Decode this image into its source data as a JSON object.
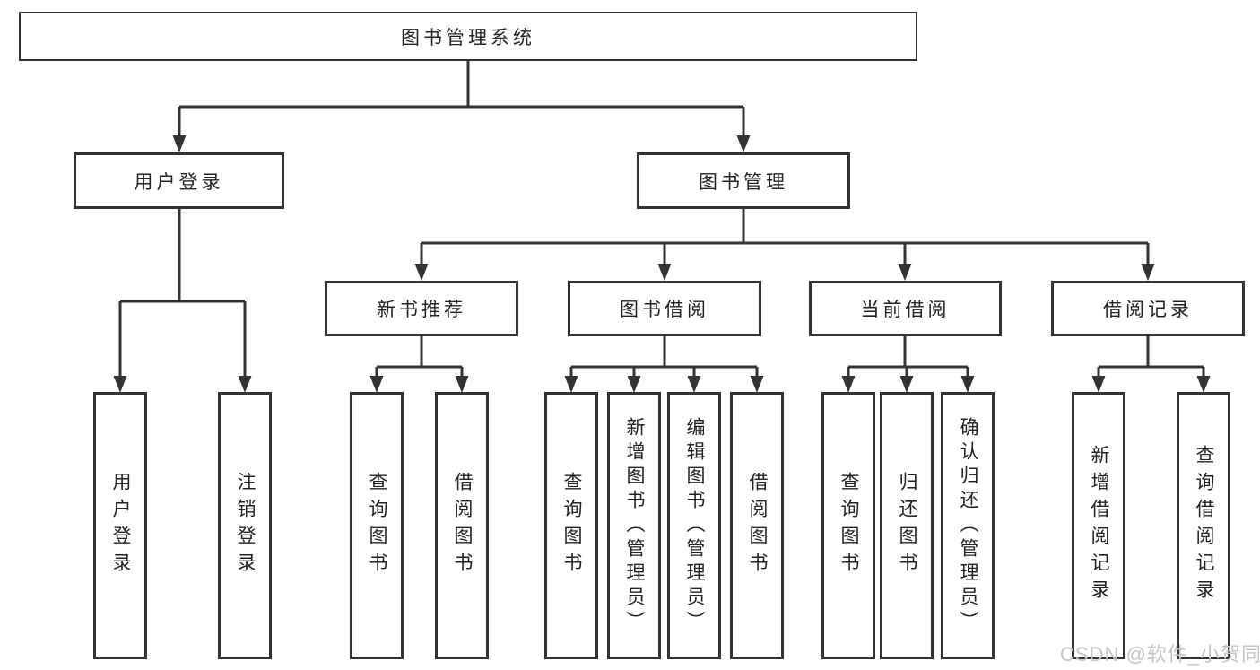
{
  "tree": {
    "label": "图书管理系统",
    "children": [
      {
        "label": "用户登录",
        "children": [
          {
            "label": "用户登录"
          },
          {
            "label": "注销登录"
          }
        ]
      },
      {
        "label": "图书管理",
        "children": [
          {
            "label": "新书推荐",
            "children": [
              {
                "label": "查询图书"
              },
              {
                "label": "借阅图书"
              }
            ]
          },
          {
            "label": "图书借阅",
            "children": [
              {
                "label": "查询图书"
              },
              {
                "label": "新增图书（管理员）"
              },
              {
                "label": "编辑图书（管理员）"
              },
              {
                "label": "借阅图书"
              }
            ]
          },
          {
            "label": "当前借阅",
            "children": [
              {
                "label": "查询图书"
              },
              {
                "label": "归还图书"
              },
              {
                "label": "确认归还（管理员）"
              }
            ]
          },
          {
            "label": "借阅记录",
            "children": [
              {
                "label": "新增借阅记录"
              },
              {
                "label": "查询借阅记录"
              }
            ]
          }
        ]
      }
    ]
  },
  "watermark": "CSDN @软件_小贺同学",
  "colors": {
    "line": "#333333",
    "box_border": "#333333",
    "text": "#222222",
    "watermark": "#c4c4c4",
    "background": "#ffffff"
  }
}
